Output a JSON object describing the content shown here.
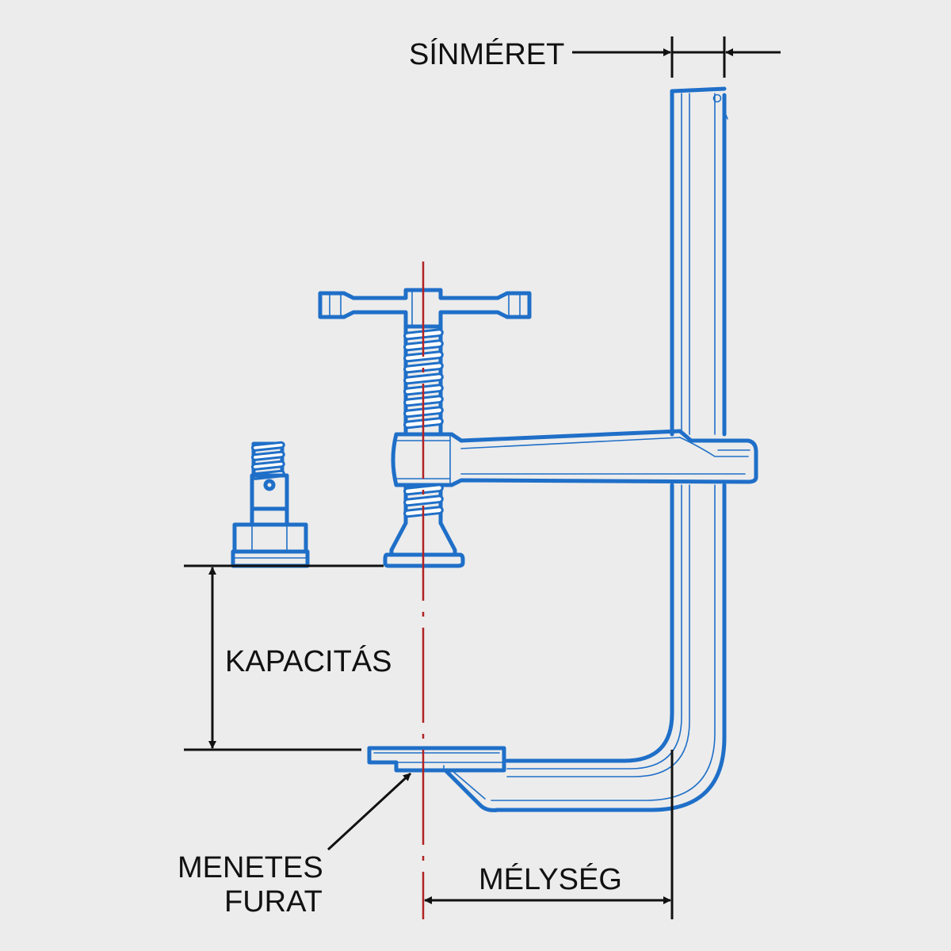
{
  "diagram": {
    "labels": {
      "rail_size": "SÍNMÉRET",
      "capacity": "KAPACITÁS",
      "threaded_hole_line1": "MENETES",
      "threaded_hole_line2": "FURAT",
      "depth": "MÉLYSÉG"
    },
    "colors": {
      "background": "#ececec",
      "clamp_outline": "#1f6fc8",
      "center_axis": "#b22222",
      "dimension_lines": "#111111"
    },
    "icons": {
      "clamp": "f-clamp-icon",
      "spare_pad": "swivel-pad-icon"
    }
  }
}
